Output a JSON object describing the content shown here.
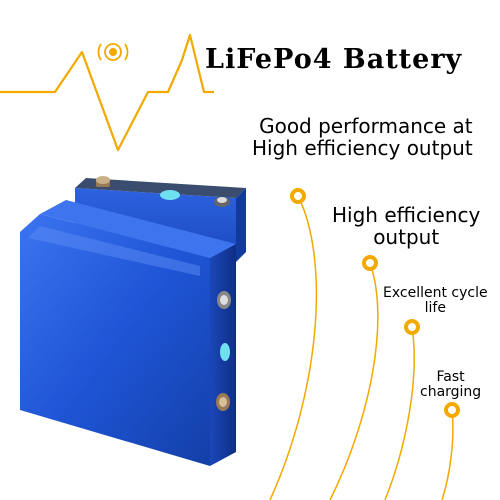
{
  "title": "LiFePo4 Battery",
  "colors": {
    "accent": "#F2A900",
    "battery_blue": "#1E56D9",
    "battery_top": "#2A4A7A"
  },
  "features": [
    {
      "line1": "Good performance at",
      "line2": "High efficiency output"
    },
    {
      "line1": "High efficiency",
      "line2": "output"
    },
    {
      "line1": "Excellent cycle",
      "line2": "life"
    },
    {
      "line1": "Fast",
      "line2": "charging"
    }
  ],
  "icons": {
    "signal": "signal-icon",
    "pulse": "pulse-line-icon",
    "battery": "battery-cell-image"
  }
}
